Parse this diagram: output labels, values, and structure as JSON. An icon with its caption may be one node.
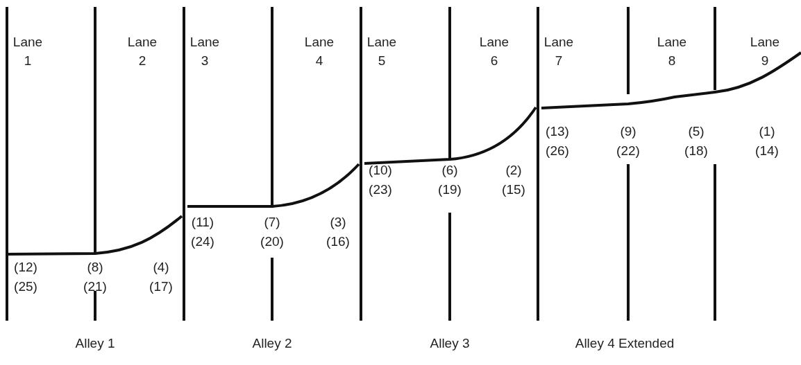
{
  "diagram": {
    "labels": [
      "Lane 1",
      "Lane 2",
      "Lane 3",
      "Lane 4",
      "Lane 5",
      "Lane 6",
      "Lane 7",
      "Lane 8",
      "Lane 9",
      "(13)",
      "(9)",
      "(5)",
      "(1)",
      "(26)",
      "(22)",
      "(18)",
      "(14)",
      "(10)",
      "(6)",
      "(2)",
      "(23)",
      "(19)",
      "(15)",
      "(11)",
      "(7)",
      "(3)",
      "(24)",
      "(20)",
      "(16)",
      "(12)",
      "(8)",
      "(4)",
      "(25)",
      "(21)",
      "(17)",
      "Alley 1",
      "Alley 2",
      "Alley 3",
      "Alley 4 Extended"
    ]
  }
}
